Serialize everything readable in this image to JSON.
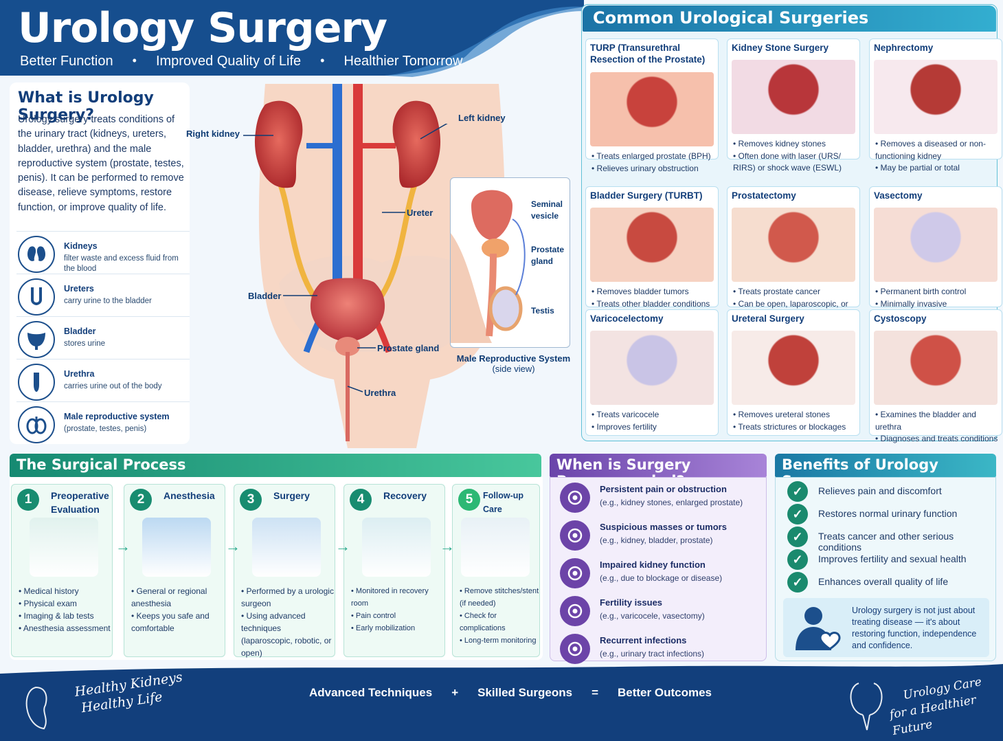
{
  "header": {
    "title": "Urology Surgery",
    "tagline": [
      "Better Function",
      "•",
      "Improved Quality of Life",
      "•",
      "Healthier Tomorrow"
    ]
  },
  "what": {
    "heading": "What is Urology Surgery?",
    "description": "Urology surgery treats conditions of the urinary tract (kidneys, ureters, bladder, urethra) and the male reproductive system (prostate, testes, penis). It can be performed to remove disease, relieve symptoms, restore function, or improve quality of life.",
    "organs": [
      {
        "name": "Kidneys",
        "desc": "filter waste and excess fluid from the blood",
        "icon": "kidney-icon"
      },
      {
        "name": "Ureters",
        "desc": "carry urine to the bladder",
        "icon": "ureters-icon"
      },
      {
        "name": "Bladder",
        "desc": "stores urine",
        "icon": "bladder-icon"
      },
      {
        "name": "Urethra",
        "desc": "carries urine out of the body",
        "icon": "urethra-icon"
      },
      {
        "name": "Male reproductive system",
        "desc": "(prostate, testes, penis)",
        "icon": "reproductive-icon"
      }
    ]
  },
  "anatomy": {
    "labels": {
      "right_kidney": "Right kidney",
      "left_kidney": "Left kidney",
      "ureter": "Ureter",
      "bladder": "Bladder",
      "prostate": "Prostate gland",
      "urethra": "Urethra"
    },
    "male": {
      "seminal": "Seminal vesicle",
      "prostate": "Prostate gland",
      "testis": "Testis",
      "caption": "Male Reproductive System",
      "subcaption": "(side view)"
    }
  },
  "surgeries": {
    "heading": "Common Urological Surgeries",
    "cards": [
      {
        "title": "TURP (Transurethral Resection of the Prostate)",
        "bullets": [
          "Treats enlarged prostate (BPH)",
          "Relieves urinary obstruction"
        ]
      },
      {
        "title": "Kidney Stone Surgery",
        "bullets": [
          "Removes kidney stones",
          "Often done with laser (URS/ RIRS) or shock wave (ESWL)"
        ]
      },
      {
        "title": "Nephrectomy",
        "bullets": [
          "Removes a diseased or non-functioning kidney",
          "May be partial or total"
        ]
      },
      {
        "title": "Bladder Surgery (TURBT)",
        "bullets": [
          "Removes bladder tumors",
          "Treats other bladder conditions"
        ]
      },
      {
        "title": "Prostatectomy",
        "bullets": [
          "Treats prostate cancer",
          "Can be open, laparoscopic, or robotic-assisted"
        ]
      },
      {
        "title": "Vasectomy",
        "bullets": [
          "Permanent birth control",
          "Minimally invasive"
        ]
      },
      {
        "title": "Varicocelectomy",
        "bullets": [
          "Treats varicocele",
          "Improves fertility"
        ]
      },
      {
        "title": "Ureteral Surgery",
        "bullets": [
          "Removes ureteral stones",
          "Treats strictures or blockages"
        ]
      },
      {
        "title": "Cystoscopy",
        "bullets": [
          "Examines the bladder and urethra",
          "Diagnoses and treats conditions"
        ]
      }
    ]
  },
  "process": {
    "heading": "The Surgical Process",
    "steps": [
      {
        "num": "1",
        "title": "Preoperative Evaluation",
        "bullets": [
          "Medical history",
          "Physical exam",
          "Imaging & lab tests",
          "Anesthesia assessment"
        ]
      },
      {
        "num": "2",
        "title": "Anesthesia",
        "bullets": [
          "General or regional anesthesia",
          "Keeps you safe and comfortable"
        ]
      },
      {
        "num": "3",
        "title": "Surgery",
        "bullets": [
          "Performed by a urologic surgeon",
          "Using advanced techniques (laparoscopic, robotic, or open)"
        ]
      },
      {
        "num": "4",
        "title": "Recovery",
        "bullets": [
          "Monitored in recovery room",
          "Pain control",
          "Early mobilization"
        ]
      },
      {
        "num": "5",
        "title": "Follow-up Care",
        "bullets": [
          "Remove stitches/stent (if needed)",
          "Check for complications",
          "Long-term monitoring"
        ]
      }
    ]
  },
  "when": {
    "heading": "When is Surgery Recommended?",
    "items": [
      {
        "title": "Persistent pain or obstruction",
        "desc": "(e.g., kidney stones, enlarged prostate)"
      },
      {
        "title": "Suspicious masses or tumors",
        "desc": "(e.g., kidney, bladder, prostate)"
      },
      {
        "title": "Impaired kidney function",
        "desc": "(e.g., due to blockage or disease)"
      },
      {
        "title": "Fertility issues",
        "desc": "(e.g., varicocele, vasectomy)"
      },
      {
        "title": "Recurrent infections",
        "desc": "(e.g., urinary tract infections)"
      }
    ]
  },
  "benefits": {
    "heading": "Benefits of Urology Surgery",
    "items": [
      "Relieves pain and discomfort",
      "Restores normal urinary function",
      "Treats cancer and other serious conditions",
      "Improves fertility and sexual health",
      "Enhances overall quality of life"
    ],
    "quote": "Urology surgery is not just about treating disease — it's about restoring function, independence and confidence."
  },
  "footer": {
    "left_line1": "Healthy Kidneys",
    "left_line2": "Healthy Life",
    "tag1": "Advanced Techniques",
    "op1": "+",
    "tag2": "Skilled Surgeons",
    "op2": "=",
    "tag3": "Better Outcomes",
    "right_line1": "Urology Care",
    "right_line2": "for a Healthier Future"
  },
  "colors": {
    "navy": "#0f3c74",
    "teal": "#188c70",
    "purple": "#6c44a8",
    "red": "#c8413a",
    "blue": "#1e6fd0"
  }
}
